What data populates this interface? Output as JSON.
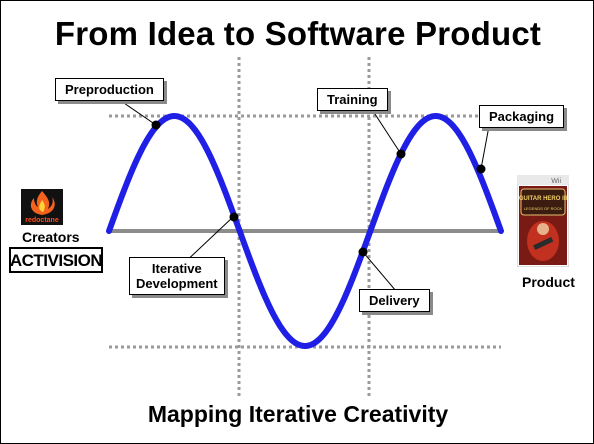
{
  "slide": {
    "title": "From Idea to Software Product",
    "subtitle": "Mapping Iterative Creativity"
  },
  "callouts": {
    "preproduction": "Preproduction",
    "iterative_line1": "Iterative",
    "iterative_line2": "Development",
    "training": "Training",
    "packaging": "Packaging",
    "delivery": "Delivery"
  },
  "left_side": {
    "logo_top_text": "redoctane",
    "label": "Creators",
    "logo_bottom_text": "ACTIVISION"
  },
  "right_side": {
    "box_brand": "GUITAR HERO III",
    "box_subtitle": "LEGENDS OF ROCK",
    "platform": "Wii",
    "label": "Product"
  },
  "colors": {
    "wave": "#1f1fe6",
    "axis": "#8c8c8c",
    "dotted": "#9a9a9a",
    "marker": "#000000"
  }
}
